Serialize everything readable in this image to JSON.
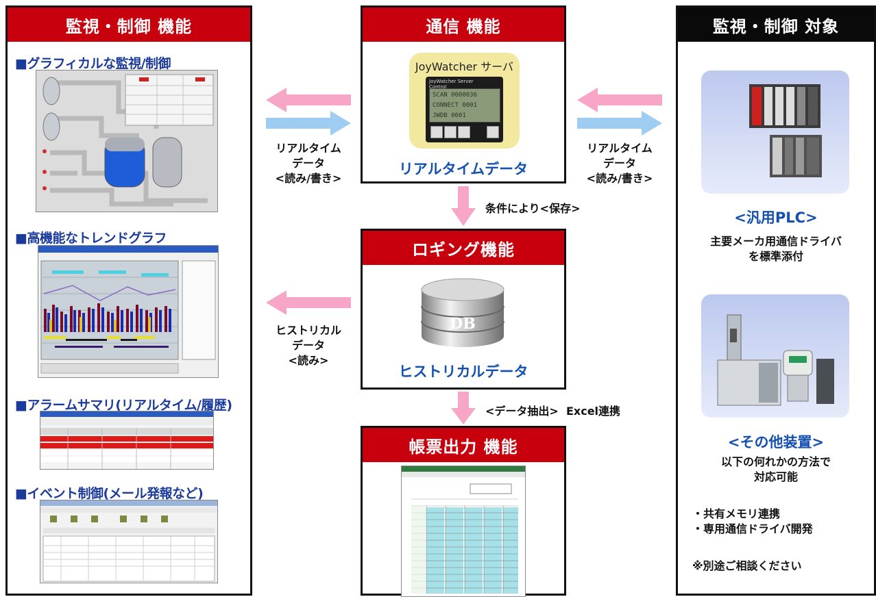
{
  "left_panel": {
    "title": "監視・制御 機能",
    "sections": [
      {
        "title": "■グラフィカルな監視/制御"
      },
      {
        "title": "■高機能なトレンドグラフ"
      },
      {
        "title": "■アラームサマリ(リアルタイム/履歴)"
      },
      {
        "title": "■イベント制御(メール発報など)"
      }
    ]
  },
  "comm_panel": {
    "title": "通信 機能",
    "server_title": "JoyWatcher サーバ",
    "server_header": "JoyWatcher Server Control",
    "screen_lines": [
      "SCAN  0000036",
      "CONNECT  0001",
      "JWDB    0001"
    ],
    "caption": "リアルタイムデータ"
  },
  "logging_panel": {
    "title": "ロギング機能",
    "db_label": "DB",
    "caption": "ヒストリカルデータ"
  },
  "report_panel": {
    "title": "帳票出力 機能"
  },
  "right_panel": {
    "title": "監視・制御 対象",
    "plc_label": "<汎用PLC>",
    "plc_desc": [
      "主要メーカ用通信ドライバ",
      "を標準添付"
    ],
    "other_label": "<その他装置>",
    "other_desc": [
      "以下の何れかの方法で",
      "対応可能"
    ],
    "methods": [
      "・共有メモリ連携",
      "・専用通信ドライバ開発"
    ],
    "note": "※別途ご相談ください"
  },
  "flows": {
    "left_realtime": [
      "リアルタイム",
      "データ",
      "<読み/書き>"
    ],
    "right_realtime": [
      "リアルタイム",
      "データ",
      "<読み/書き>"
    ],
    "historical": [
      "ヒストリカル",
      "データ",
      "<読み>"
    ],
    "save": "条件により<保存>",
    "extract": "<データ抽出>  Excel連携"
  },
  "colors": {
    "header_red": "#c8000e",
    "header_black": "#0a0a0a",
    "arrow_pink": "#f7a6c8",
    "arrow_blue": "#9fcdf2",
    "title_blue": "#1a3a9c"
  }
}
